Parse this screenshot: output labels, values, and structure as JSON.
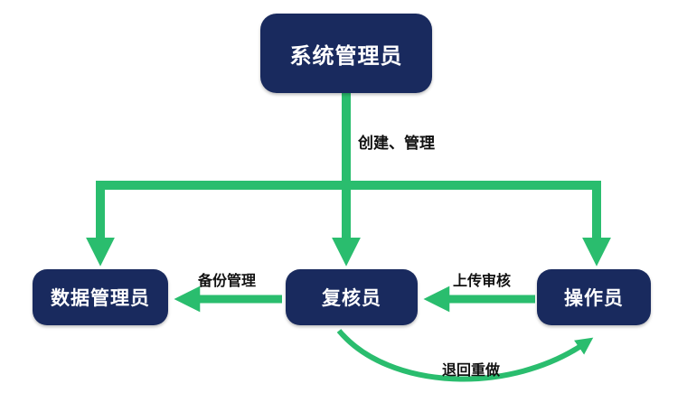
{
  "diagram": {
    "type": "flowchart",
    "nodes": {
      "system_admin": {
        "label": "系统管理员"
      },
      "data_admin": {
        "label": "数据管理员"
      },
      "reviewer": {
        "label": "复核员"
      },
      "operator": {
        "label": "操作员"
      }
    },
    "edges": {
      "create_manage": {
        "label": "创建、管理",
        "from": "system_admin",
        "to": [
          "data_admin",
          "reviewer",
          "operator"
        ]
      },
      "backup": {
        "label": "备份管理",
        "from": "reviewer",
        "to": "data_admin"
      },
      "upload_review": {
        "label": "上传审核",
        "from": "operator",
        "to": "reviewer"
      },
      "redo": {
        "label": "退回重做",
        "from": "reviewer",
        "to": "operator"
      }
    },
    "colors": {
      "node_bg": "#192a5e",
      "node_text": "#ffffff",
      "arrow": "#2abd6e",
      "label_text": "#111111",
      "background": "#ffffff"
    }
  }
}
